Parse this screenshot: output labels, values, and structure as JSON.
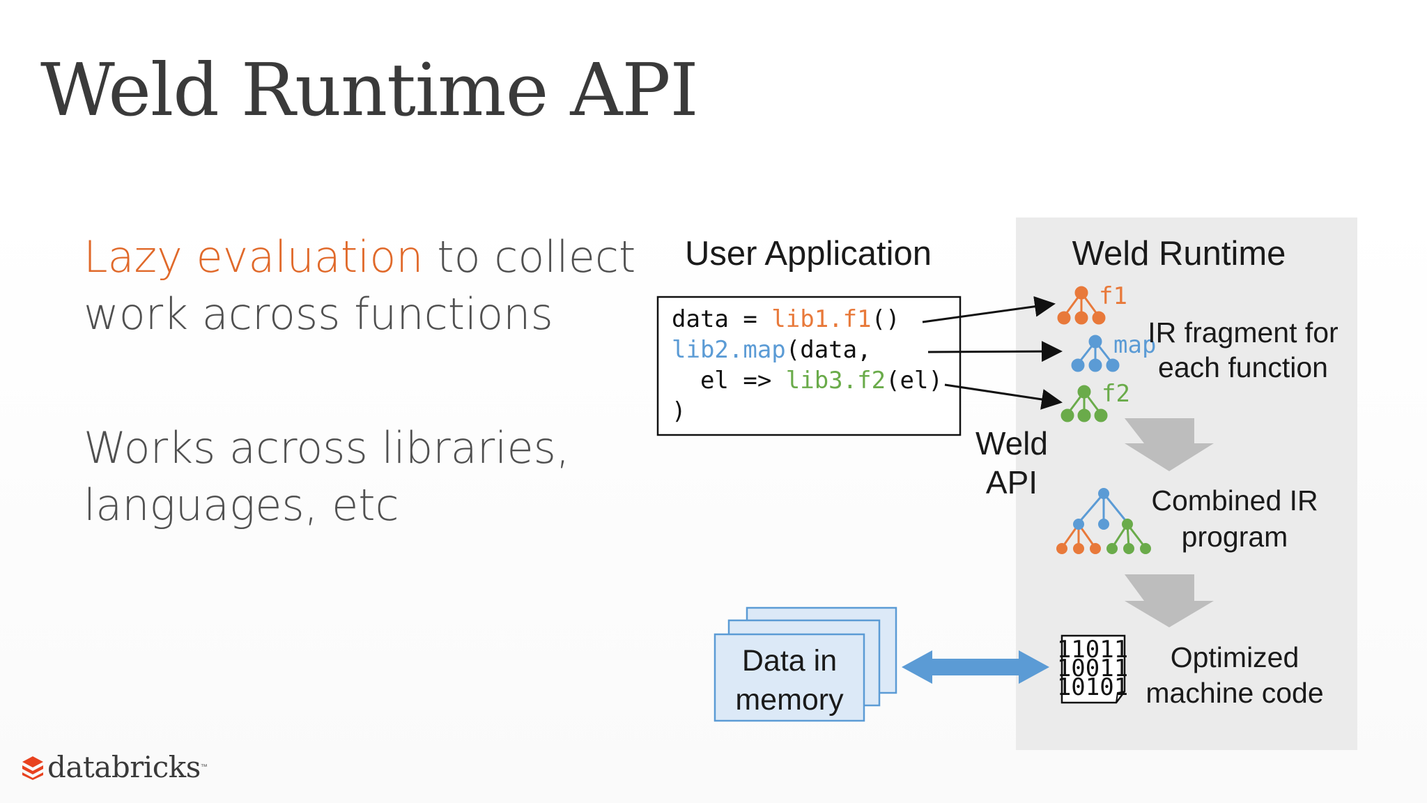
{
  "slide": {
    "title": "Weld Runtime API",
    "bullets": [
      {
        "accent": "Lazy evaluation",
        "rest": " to collect",
        "line2": "work across functions"
      },
      {
        "line1": "Works across libraries,",
        "line2": "languages, etc"
      }
    ]
  },
  "diagram": {
    "user_app_label": "User Application",
    "runtime_label": "Weld Runtime",
    "weld_api_label_1": "Weld",
    "weld_api_label_2": "API",
    "code": {
      "line1_a": "data = ",
      "line1_b": "lib1.f1",
      "line1_c": "()",
      "line2_a": "lib2.map",
      "line2_b": "(data,",
      "line3_a": "  el => ",
      "line3_b": "lib3.f2",
      "line3_c": "(el)",
      "line4": ")"
    },
    "trees": {
      "f1": "f1",
      "map": "map",
      "f2": "f2"
    },
    "ir_fragment_1": "IR fragment for",
    "ir_fragment_2": "each function",
    "combined_1": "Combined IR",
    "combined_2": "program",
    "optimized_1": "Optimized",
    "optimized_2": "machine code",
    "binary": [
      "11011",
      "10011",
      "10101"
    ],
    "memory_1": "Data in",
    "memory_2": "memory",
    "colors": {
      "orange": "#e8793a",
      "blue": "#5b9bd5",
      "green": "#6aab4a",
      "accent_text": "#e0692a",
      "panel": "#ebebeb",
      "memory_fill": "#dce9f7",
      "memory_stroke": "#5b9bd5",
      "arrow_gray": "#bdbdbd"
    }
  },
  "footer": {
    "logo_text": "databricks"
  }
}
